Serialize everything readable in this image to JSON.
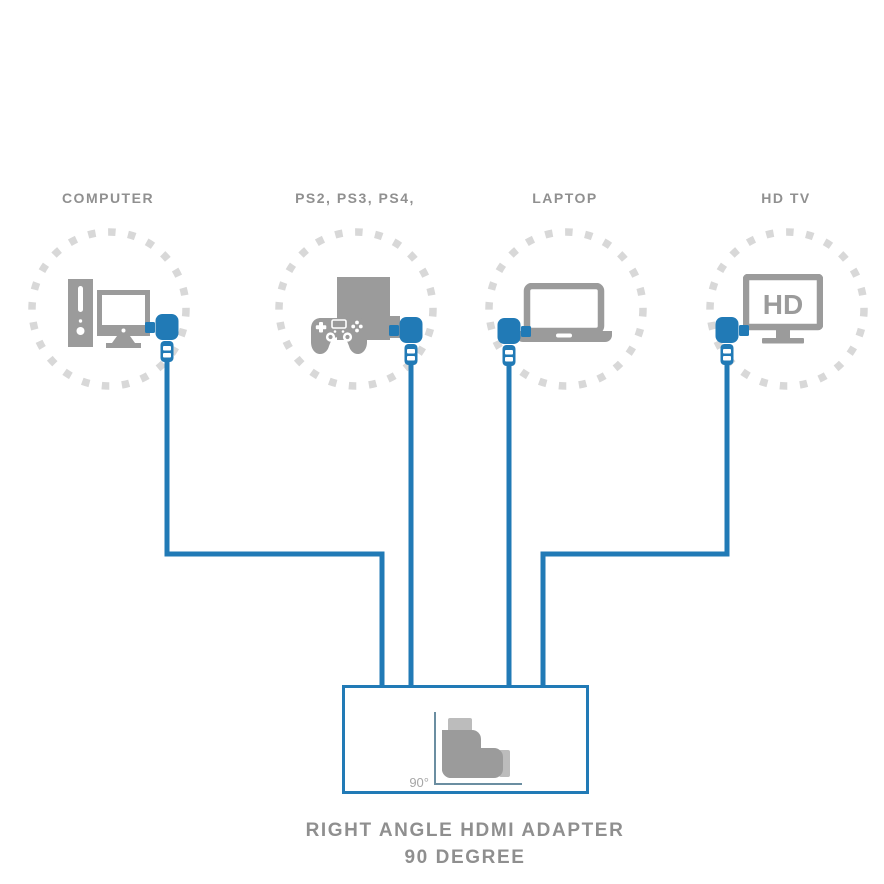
{
  "colors": {
    "cable_blue": "#217ab6",
    "icon_gray": "#9b9b9b",
    "connector_tab_gray": "#bcbcbc",
    "dashed_circle_gray": "#d8d8d8",
    "label_gray": "#909090"
  },
  "devices": [
    {
      "id": "computer",
      "label": "COMPUTER"
    },
    {
      "id": "game-console",
      "label": "PS2, PS3, PS4,"
    },
    {
      "id": "laptop",
      "label": "LAPTOP"
    },
    {
      "id": "hdtv",
      "label": "HD TV",
      "screen_text": "HD"
    }
  ],
  "adapter": {
    "angle_label": "90°",
    "caption_line1": "RIGHT ANGLE HDMI ADAPTER",
    "caption_line2": "90 DEGREE"
  }
}
